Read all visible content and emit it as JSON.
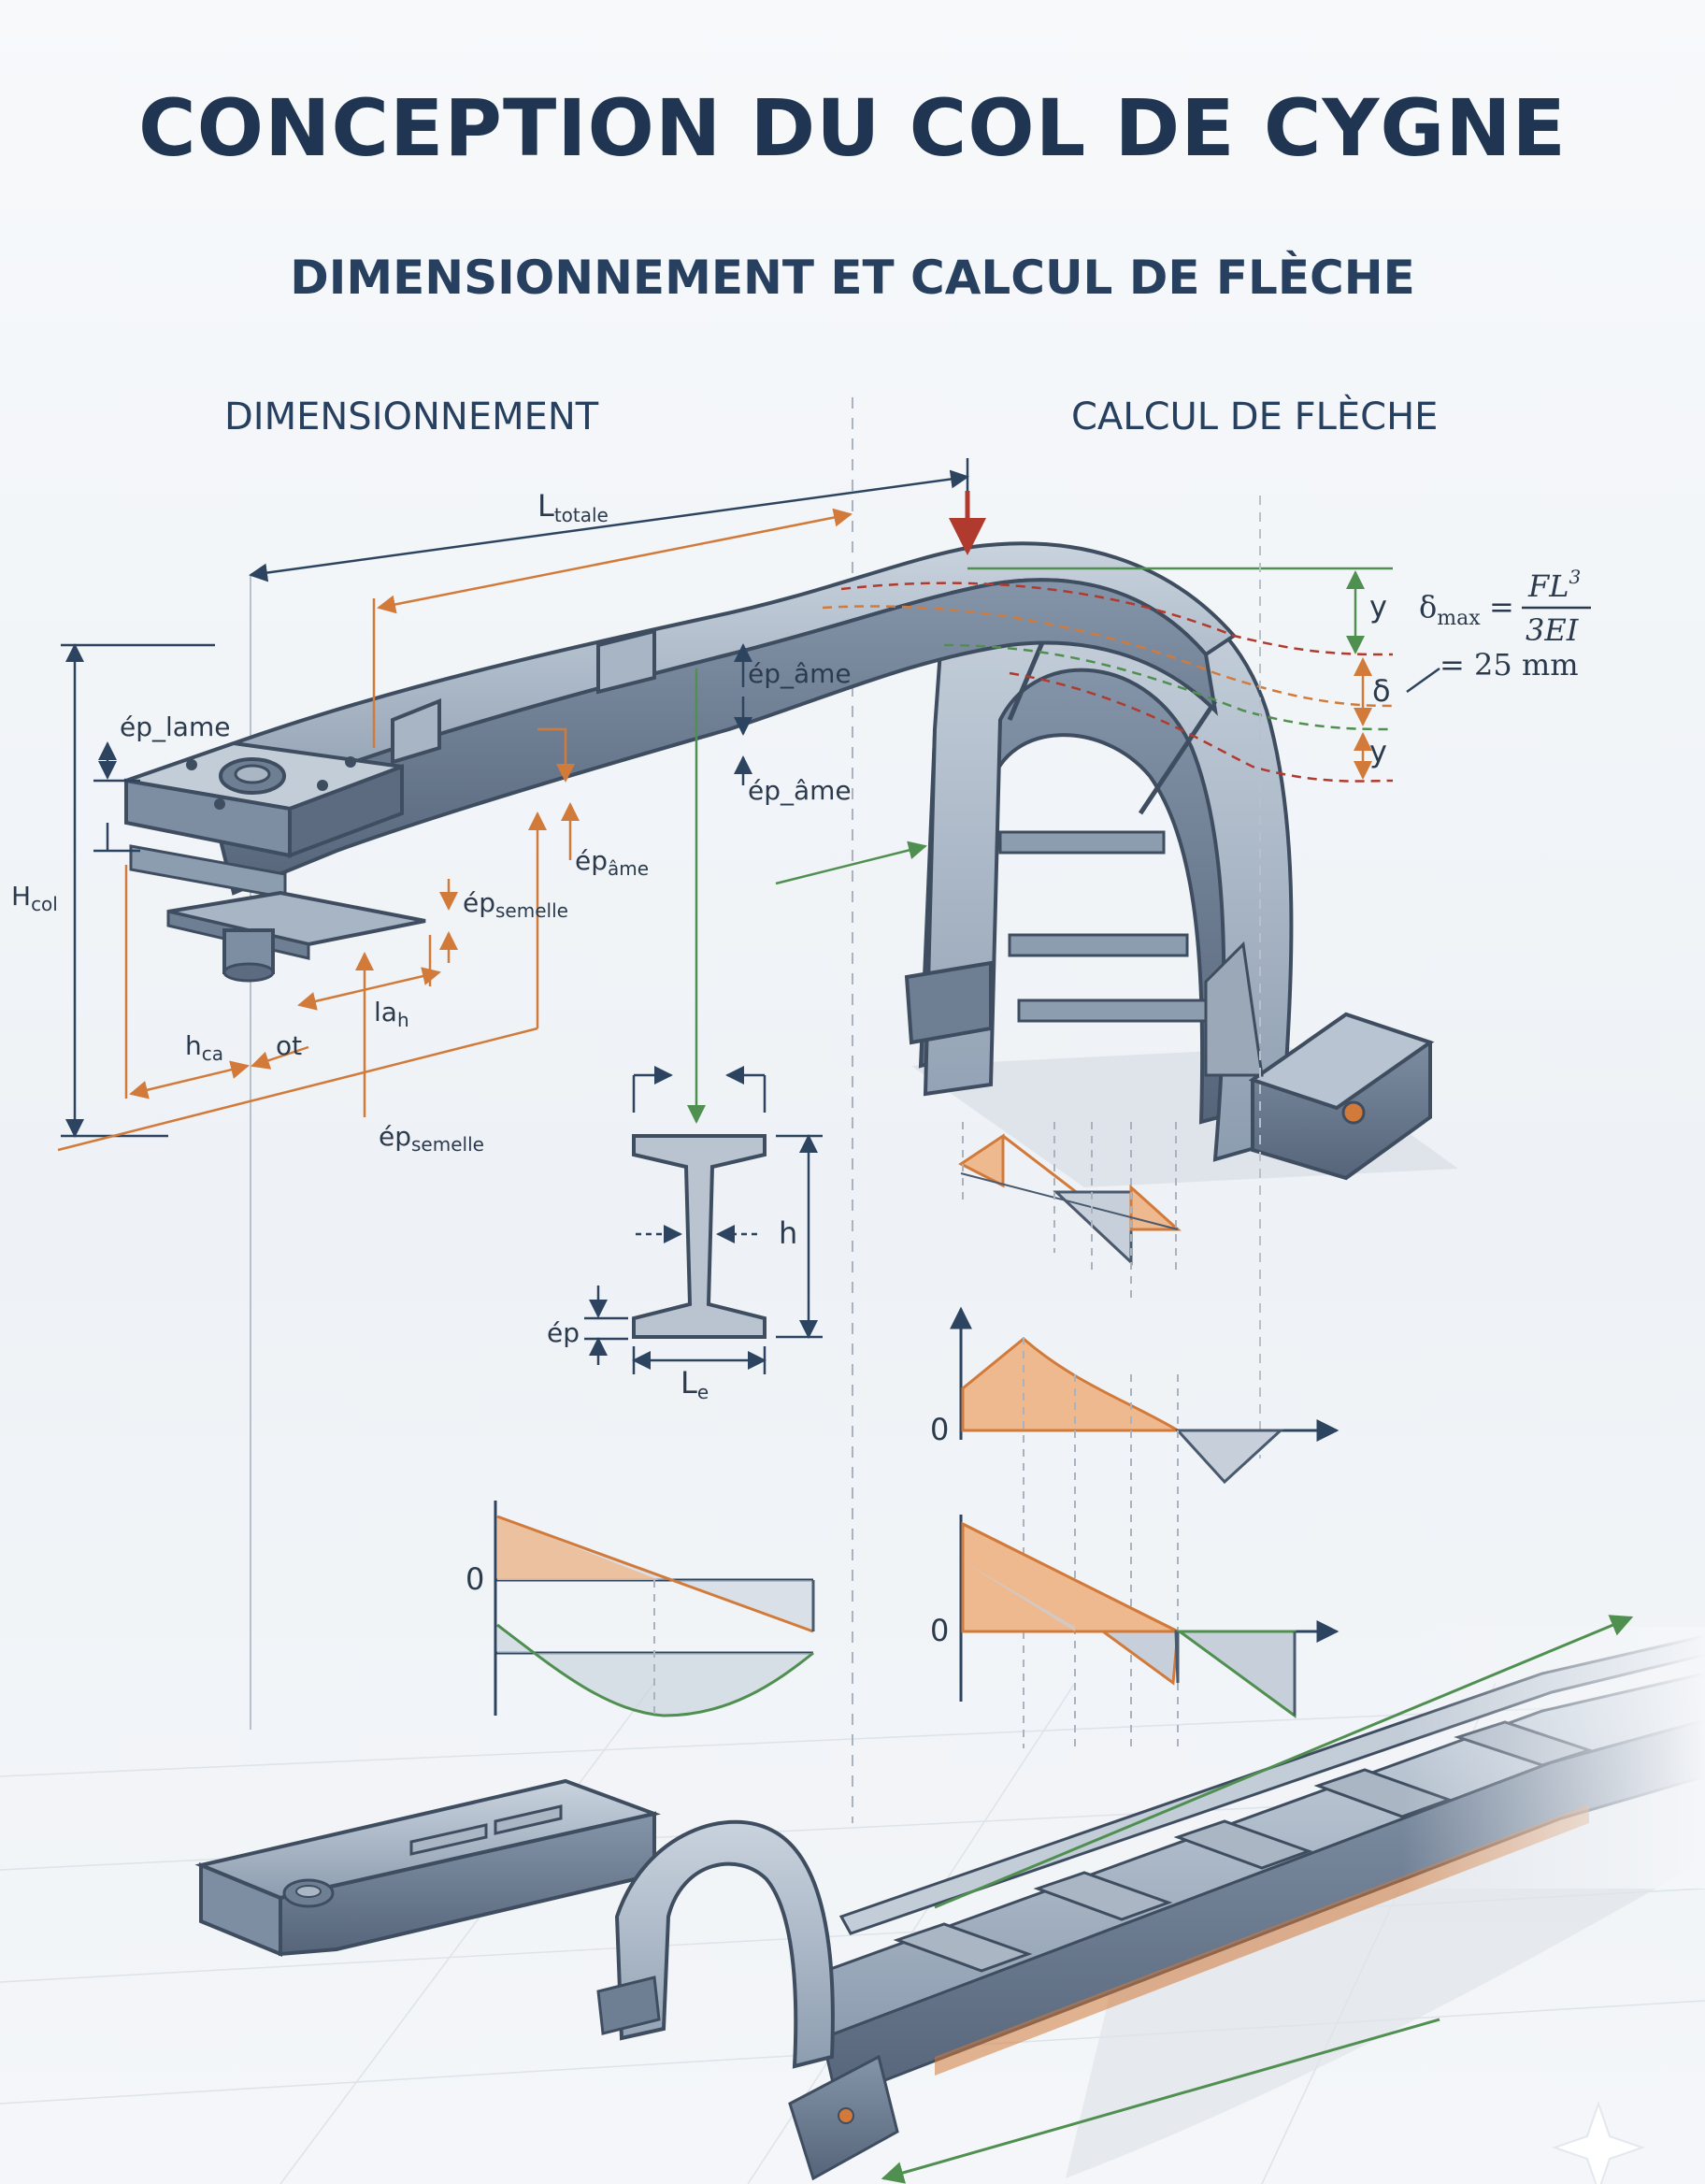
{
  "title": "CONCEPTION DU COL DE CYGNE",
  "subtitle": "DIMENSIONNEMENT ET CALCUL DE FLÈCHE",
  "sections": {
    "left": "DIMENSIONNEMENT",
    "right": "CALCUL DE FLÈCHE"
  },
  "labels": {
    "l_totale": {
      "main": "L",
      "sub": "totale"
    },
    "ep_lame": "ép_lame",
    "h_col": {
      "main": "H",
      "sub": "col"
    },
    "ep_ame_top": "ép_âme",
    "ep_ame_mid": "ép_âme",
    "ep_ame_side": {
      "main": "ép",
      "sub": "âme"
    },
    "ep_semelle_a": {
      "main": "ép",
      "sub": "semelle"
    },
    "ep_semelle_b": {
      "main": "ép",
      "sub": "semelle"
    },
    "la_h": {
      "main": "la",
      "sub": "h"
    },
    "h_ca": {
      "main": "h",
      "sub": "ca"
    },
    "ot": "ot",
    "h": "h",
    "ep": "ép",
    "l_e": {
      "main": "L",
      "sub": "e"
    },
    "y_top": "y",
    "delta": "δ",
    "y_bottom": "y",
    "zero_1": "0",
    "zero_2": "0",
    "zero_3": "0"
  },
  "formula": {
    "lhs_main": "δ",
    "lhs_sub": "max",
    "equals": "=",
    "numerator": "FL",
    "exponent": "3",
    "denominator": "3EI",
    "result": "= 25 mm"
  },
  "colors": {
    "title": "#1f3552",
    "steel": "#7d8ea3",
    "steel_dark": "#4a5a6e",
    "dimension_blue": "#2c4460",
    "dimension_orange": "#d27a3a",
    "dimension_green": "#4f8f4f",
    "load_red": "#b03a2e",
    "orange_fill": "#efb98f",
    "grey_fill": "#c7d0da"
  }
}
